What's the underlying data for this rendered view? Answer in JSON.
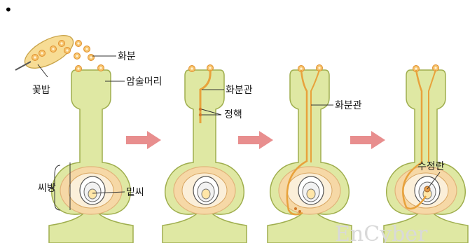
{
  "bullet": "•",
  "labels": {
    "anther": "꽃밥",
    "pollen": "화분",
    "stigma": "암술머리",
    "ovary": "씨방",
    "ovule": "밑씨",
    "pollen_tube_1": "화분관",
    "sperm": "정핵",
    "pollen_tube_2": "화분관",
    "fertilization": "수정란"
  },
  "watermark": "EnCyber",
  "colors": {
    "pistil_fill": "#dfe8a3",
    "pistil_stroke": "#9fae4e",
    "ovary_ring": "#f6d8a6",
    "pollen": "#f0a93a",
    "tube": "#e8a23c",
    "arrow": "#e88e8e"
  },
  "icons": [
    "arrow-right-icon",
    "pollen-grain-icon",
    "anther-icon"
  ]
}
